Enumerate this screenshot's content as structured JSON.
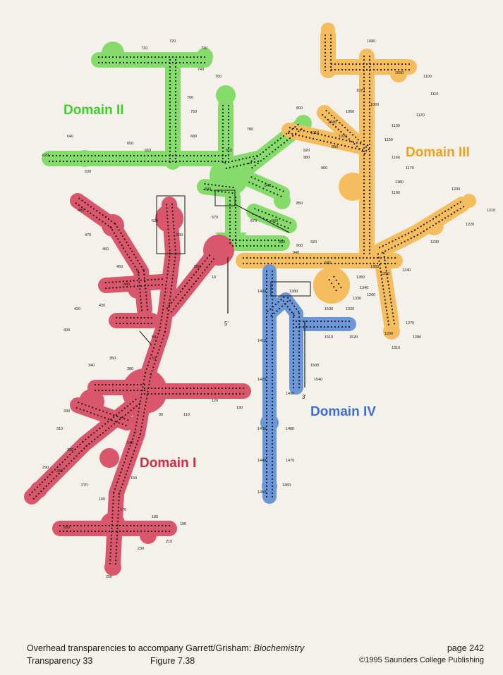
{
  "colors": {
    "background": "#f3f1ea",
    "domain1": "#d9566b",
    "domain2": "#86dc6a",
    "domain3": "#f5bd5e",
    "domain4": "#6b96d8",
    "domain1_text": "#d02a45",
    "domain2_text": "#3fcf2c",
    "domain3_text": "#ef9f1f",
    "domain4_text": "#3a6fd0",
    "ink": "#1a1a1a"
  },
  "diagram": {
    "domains": [
      {
        "id": "domain1",
        "label": "Domain I"
      },
      {
        "id": "domain2",
        "label": "Domain II"
      },
      {
        "id": "domain3",
        "label": "Domain III"
      },
      {
        "id": "domain4",
        "label": "Domain IV"
      }
    ],
    "end_labels": {
      "five_prime": "5'",
      "three_prime": "3'"
    },
    "numbers": {
      "domain1": [
        "10",
        "50",
        "70",
        "90",
        "110",
        "120",
        "130",
        "140",
        "150",
        "160",
        "170",
        "180",
        "190",
        "210",
        "230",
        "250",
        "260",
        "270",
        "280",
        "290",
        "300",
        "310",
        "330",
        "340",
        "350",
        "380",
        "400",
        "420",
        "430",
        "440",
        "450",
        "460",
        "470",
        "480",
        "520",
        "530",
        "550"
      ],
      "domain2": [
        "570",
        "590",
        "610",
        "620",
        "630",
        "640",
        "650",
        "660",
        "680",
        "700",
        "710",
        "720",
        "730",
        "740",
        "750",
        "760",
        "780",
        "800",
        "820",
        "840",
        "850",
        "860",
        "870",
        "880",
        "900"
      ],
      "domain3": [
        "920",
        "930",
        "940",
        "960",
        "980",
        "990",
        "1010",
        "1020",
        "1040",
        "1050",
        "1060",
        "1070",
        "1080",
        "1090",
        "1100",
        "1110",
        "1120",
        "1130",
        "1150",
        "1160",
        "1170",
        "1180",
        "1190",
        "1200",
        "1210",
        "1220",
        "1230",
        "1240",
        "1250",
        "1260",
        "1270",
        "1280",
        "1290",
        "1310",
        "1320",
        "1330",
        "1340",
        "1350",
        "1360"
      ],
      "domain4": [
        "1380",
        "1400",
        "1410",
        "1420",
        "1430",
        "1440",
        "1450",
        "1460",
        "1470",
        "1480",
        "1490",
        "1500",
        "1510",
        "1520",
        "1530",
        "1540"
      ]
    }
  },
  "footer": {
    "line1_left_prefix": "Overhead transparencies to accompany Garrett/Grisham: ",
    "line1_left_title": "Biochemistry",
    "page": "page 242",
    "transparency": "Transparency 33",
    "figure": "Figure 7.38",
    "copyright": "©1995 Saunders College Publishing"
  }
}
